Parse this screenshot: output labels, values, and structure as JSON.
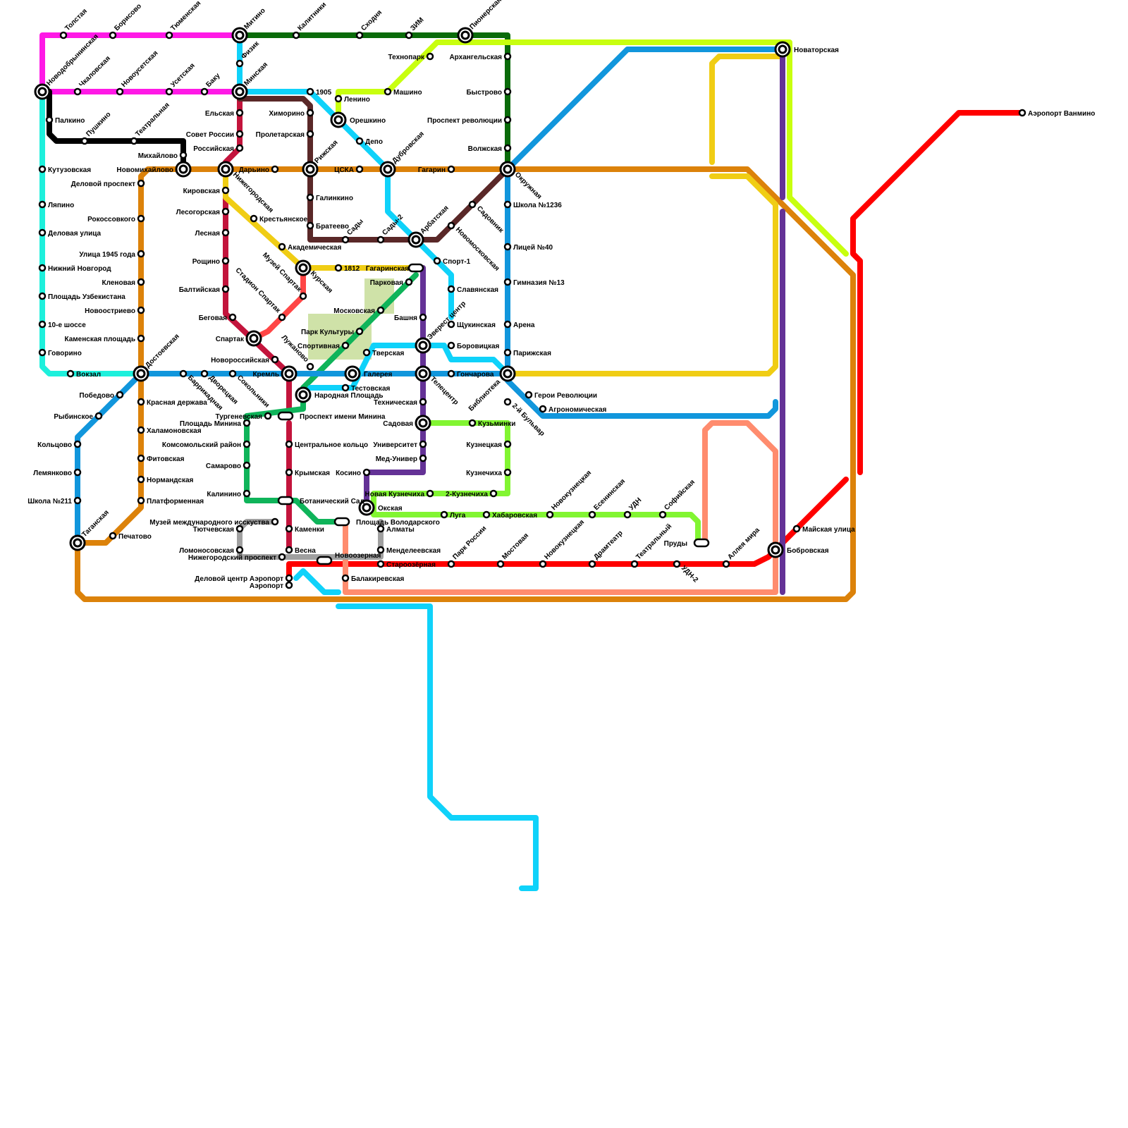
{
  "map_type": "metro schematic",
  "lines": [
    {
      "id": "magenta",
      "color": "#ff19e6"
    },
    {
      "id": "green-dark",
      "color": "#0a6b0a"
    },
    {
      "id": "lime",
      "color": "#c8ff0f"
    },
    {
      "id": "blue",
      "color": "#1196dc"
    },
    {
      "id": "cyan",
      "color": "#0fd2fa"
    },
    {
      "id": "aqua",
      "color": "#1ef0dc"
    },
    {
      "id": "black",
      "color": "#000000"
    },
    {
      "id": "orange",
      "color": "#dc820a"
    },
    {
      "id": "crimson",
      "color": "#c3143c"
    },
    {
      "id": "yellow",
      "color": "#f0cd14"
    },
    {
      "id": "brown",
      "color": "#5a2828"
    },
    {
      "id": "red",
      "color": "#ff0000"
    },
    {
      "id": "salmon-red",
      "color": "#ff4646"
    },
    {
      "id": "green",
      "color": "#0fb45a"
    },
    {
      "id": "light-green",
      "color": "#82f532"
    },
    {
      "id": "purple",
      "color": "#643296"
    },
    {
      "id": "salmon",
      "color": "#ff8c6e"
    },
    {
      "id": "gray",
      "color": "#a0a0a0"
    }
  ],
  "stations": [
    "Толстая",
    "Борисово",
    "Тюменская",
    "Митино",
    "Калитники",
    "Сходня",
    "ЗИМ",
    "Пионерская",
    "Новодобрынинская",
    "Чкаловская",
    "Новоусетская",
    "Усетская",
    "Баку",
    "Физик",
    "Минская",
    "Технопарк",
    "Архангельская",
    "Новаторская",
    "1905",
    "Ленино",
    "Машино",
    "Быстрово",
    "Палкино",
    "Пушкино",
    "Театральная",
    "Ельская",
    "Химорино",
    "Орешкино",
    "Проспект революции",
    "Совет России",
    "Пролетарская",
    "Депо",
    "Аэропорт Ванмино",
    "Михайлово",
    "Российская",
    "Волжская",
    "Кутузовская",
    "Новомихайлово",
    "Дарьино",
    "Рижская",
    "ЦСКА",
    "Дубровская",
    "Гагарин",
    "Окружная",
    "Деловой проспект",
    "Кировская",
    "Нижегородская",
    "Галинкино",
    "Садовник",
    "Ляпино",
    "Школа №1236",
    "Лесогорская",
    "Крестьянское",
    "Рокоссовкого",
    "Сады",
    "Сады-2",
    "Арбатская",
    "Братеево",
    "Деловая улица",
    "Новомосковская",
    "Лесная",
    "Академическая",
    "Лицей №40",
    "Улица 1945 года",
    "Рощино",
    "Спорт-1",
    "Нижний Новгород",
    "Музей Спартак",
    "1812",
    "Гагаринская",
    "Кленовая",
    "Парковая",
    "Гимназия №13",
    "Балтийская",
    "Курская",
    "Площадь Узбекистана",
    "Славянская",
    "Новоостриево",
    "Стадион Спартак",
    "Московская",
    "Беговая",
    "Башня",
    "10-е шоссе",
    "Щукинская",
    "Арена",
    "Парк Культуры",
    "Эверест центр",
    "Каменская площадь",
    "Спартак",
    "Спортивная",
    "Боровицкая",
    "Тверская",
    "Говорино",
    "Парижская",
    "Лужаново",
    "Новороссийская",
    "Достоевская",
    "Вокзал",
    "Баррикадная",
    "Дворецкая",
    "Сокольники",
    "Кремль",
    "Галерея",
    "Гончарова",
    "Библиотека",
    "Народная Площадь",
    "Тестовская",
    "Победово",
    "Герои Революции",
    "Красная держава",
    "Техническая",
    "Телецентр",
    "2-й Бульвар",
    "Агрономическая",
    "Тургеневская",
    "Рыбинское",
    "Проспект имени Минина",
    "Площадь Минина",
    "Халамоновская",
    "Садовая",
    "Кузьминки",
    "Кольцово",
    "Комсомольский район",
    "Центральное кольцо",
    "Университет",
    "Кузнецкая",
    "Фитовская",
    "Мед-Универ",
    "Самарово",
    "Лемянково",
    "Крымская",
    "Косино",
    "Кузнечиха",
    "Нормандская",
    "Калинино",
    "Новая Кузнечиха",
    "2-Кузнечиха",
    "Новокузнецкая",
    "Ботанический Сад",
    "Школа №211",
    "Платформенная",
    "Окская",
    "Есенинская",
    "УДН",
    "Софийская",
    "Таганская",
    "Луга",
    "Хабаровская",
    "Музей международного исскуства",
    "Площадь Володарского",
    "Майская улица",
    "Печатово",
    "Тютчевская",
    "Каменки",
    "Алматы",
    "Пруды",
    "Парк России",
    "Мостовая",
    "Новокузнецкая",
    "Драмтеатр",
    "Театральный",
    "Аллея мира",
    "Ломоносовская",
    "Весна",
    "Менделеевская",
    "Бобровская",
    "Нижегородский проспект",
    "Новоозерная",
    "Староозёрная",
    "УДН-2",
    "Деловой центр Аэропорт",
    "Балакиревская",
    "Аэропорт"
  ]
}
